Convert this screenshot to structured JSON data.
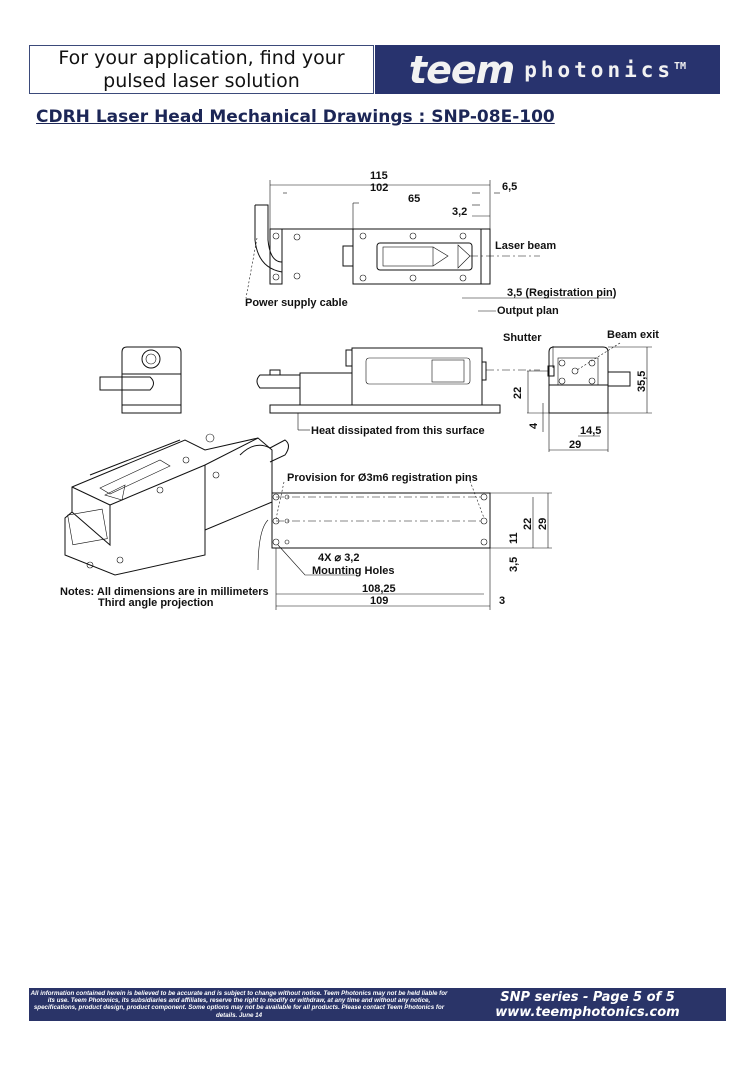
{
  "header": {
    "tagline_line1": "For your application, find your",
    "tagline_line2": "pulsed laser solution",
    "logo_word1": "teem",
    "logo_word2": "photonics",
    "logo_tm": "TM"
  },
  "title": "CDRH Laser Head Mechanical Drawings : SNP-08E-100",
  "drawing": {
    "top_view": {
      "dim_115": "115",
      "dim_102": "102",
      "dim_65": "65",
      "dim_6_5": "6,5",
      "dim_3_2": "3,2",
      "laser_beam": "Laser beam",
      "power_cable": "Power supply cable",
      "registration_pin": "3,5 (Registration pin)",
      "output_plan": "Output plan"
    },
    "side_view": {
      "heat": "Heat dissipated from this surface",
      "shutter": "Shutter",
      "beam_exit": "Beam exit",
      "dim_22": "22",
      "dim_35_5": "35,5",
      "dim_4": "4",
      "dim_14_5": "14,5",
      "dim_29": "29"
    },
    "bottom_view": {
      "provision": "Provision for Ø3m6 registration pins",
      "holes_count": "4X ⌀ 3,2",
      "mounting_holes": "Mounting Holes",
      "dim_108_25": "108,25",
      "dim_109": "109",
      "dim_3": "3",
      "dim_22": "22",
      "dim_29": "29",
      "dim_11": "11",
      "dim_3_5": "3,5"
    },
    "notes_line1": "Notes: All dimensions are in millimeters",
    "notes_line2": "Third angle projection"
  },
  "footer": {
    "legal": "All information contained herein is believed to be accurate and is subject to change without notice. Teem Photonics may not be held liable for its use. Teem Photonics, its subsidiaries and affiliates, reserve the right to modify or withdraw, at any time and without any notice, specifications, product design, product component. Some options may not be available for all products. Please contact Teem Photonics for details. June 14",
    "page_info": "SNP series - Page 5 of 5",
    "website": "www.teemphotonics.com"
  },
  "colors": {
    "navy": "#28336e",
    "title": "#1c2656"
  }
}
